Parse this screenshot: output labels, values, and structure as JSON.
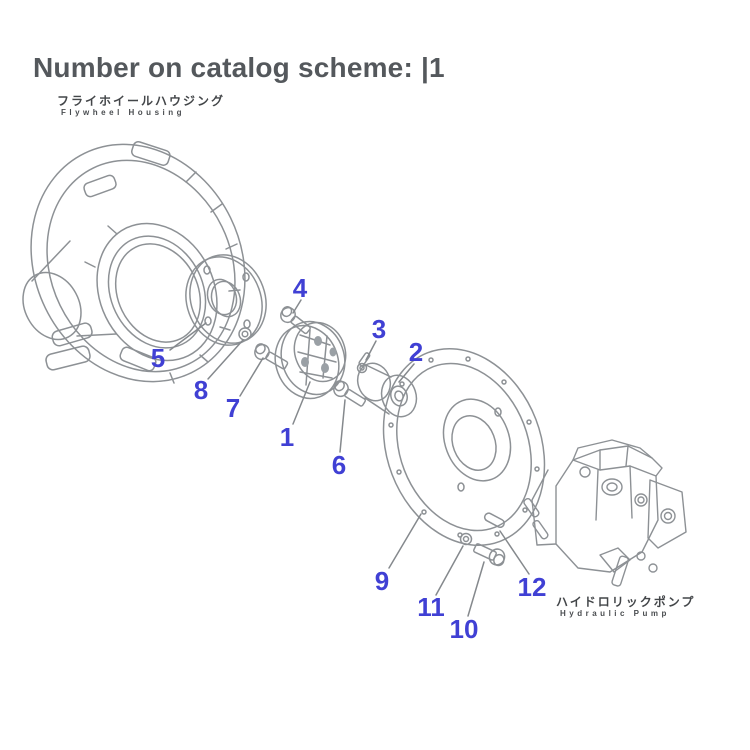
{
  "page": {
    "title": "Number on catalog scheme: |1"
  },
  "diagram": {
    "flywheel_housing": {
      "jp": "フライホイールハウジング",
      "en": "Flywheel Housing"
    },
    "hydraulic_pump": {
      "jp": "ハイドロリックポンプ",
      "en": "Hydraulic Pump"
    },
    "parts": [
      {
        "n": "1"
      },
      {
        "n": "2"
      },
      {
        "n": "3"
      },
      {
        "n": "4"
      },
      {
        "n": "5"
      },
      {
        "n": "6"
      },
      {
        "n": "7"
      },
      {
        "n": "8"
      },
      {
        "n": "9"
      },
      {
        "n": "10"
      },
      {
        "n": "11"
      },
      {
        "n": "12"
      }
    ]
  },
  "colors": {
    "part_number_blue": "#4040d4",
    "drawing_line_gray": "#8d9195",
    "title_gray": "#54585c"
  }
}
